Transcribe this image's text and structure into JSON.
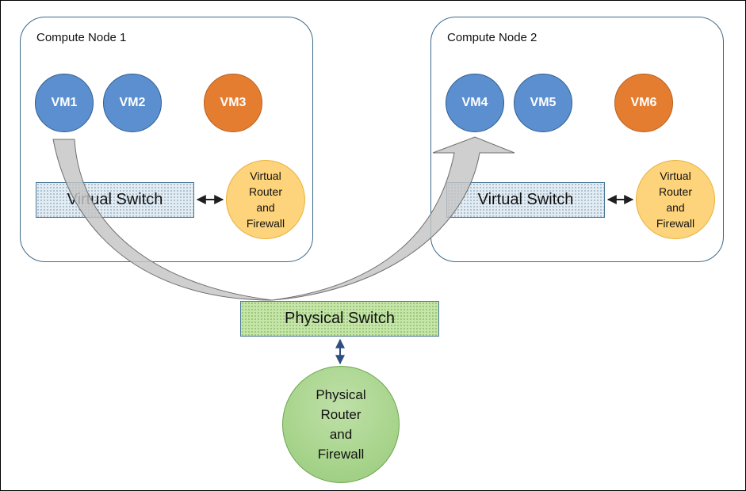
{
  "nodes": [
    {
      "title": "Compute Node 1",
      "vms": [
        {
          "label": "VM1",
          "color": "#5b8fcf"
        },
        {
          "label": "VM2",
          "color": "#5b8fcf"
        },
        {
          "label": "VM3",
          "color": "#e57d30"
        }
      ],
      "virtual_switch": "Virtual Switch",
      "virtual_router": "Virtual\nRouter\nand\nFirewall"
    },
    {
      "title": "Compute Node 2",
      "vms": [
        {
          "label": "VM4",
          "color": "#5b8fcf"
        },
        {
          "label": "VM5",
          "color": "#5b8fcf"
        },
        {
          "label": "VM6",
          "color": "#e57d30"
        }
      ],
      "virtual_switch": "Virtual Switch",
      "virtual_router": "Virtual\nRouter\nand\nFirewall"
    }
  ],
  "physical_switch": "Physical Switch",
  "physical_router": "Physical\nRouter\nand\nFirewall",
  "colors": {
    "vm_blue": "#5b8fcf",
    "vm_orange": "#e57d30",
    "virtual_router": "#fdd37b",
    "physical_switch": "#c5e5a9",
    "physical_router": "#a8d48c",
    "node_border": "#3d6a8a",
    "traffic_arrow": "#c4c4c4"
  }
}
